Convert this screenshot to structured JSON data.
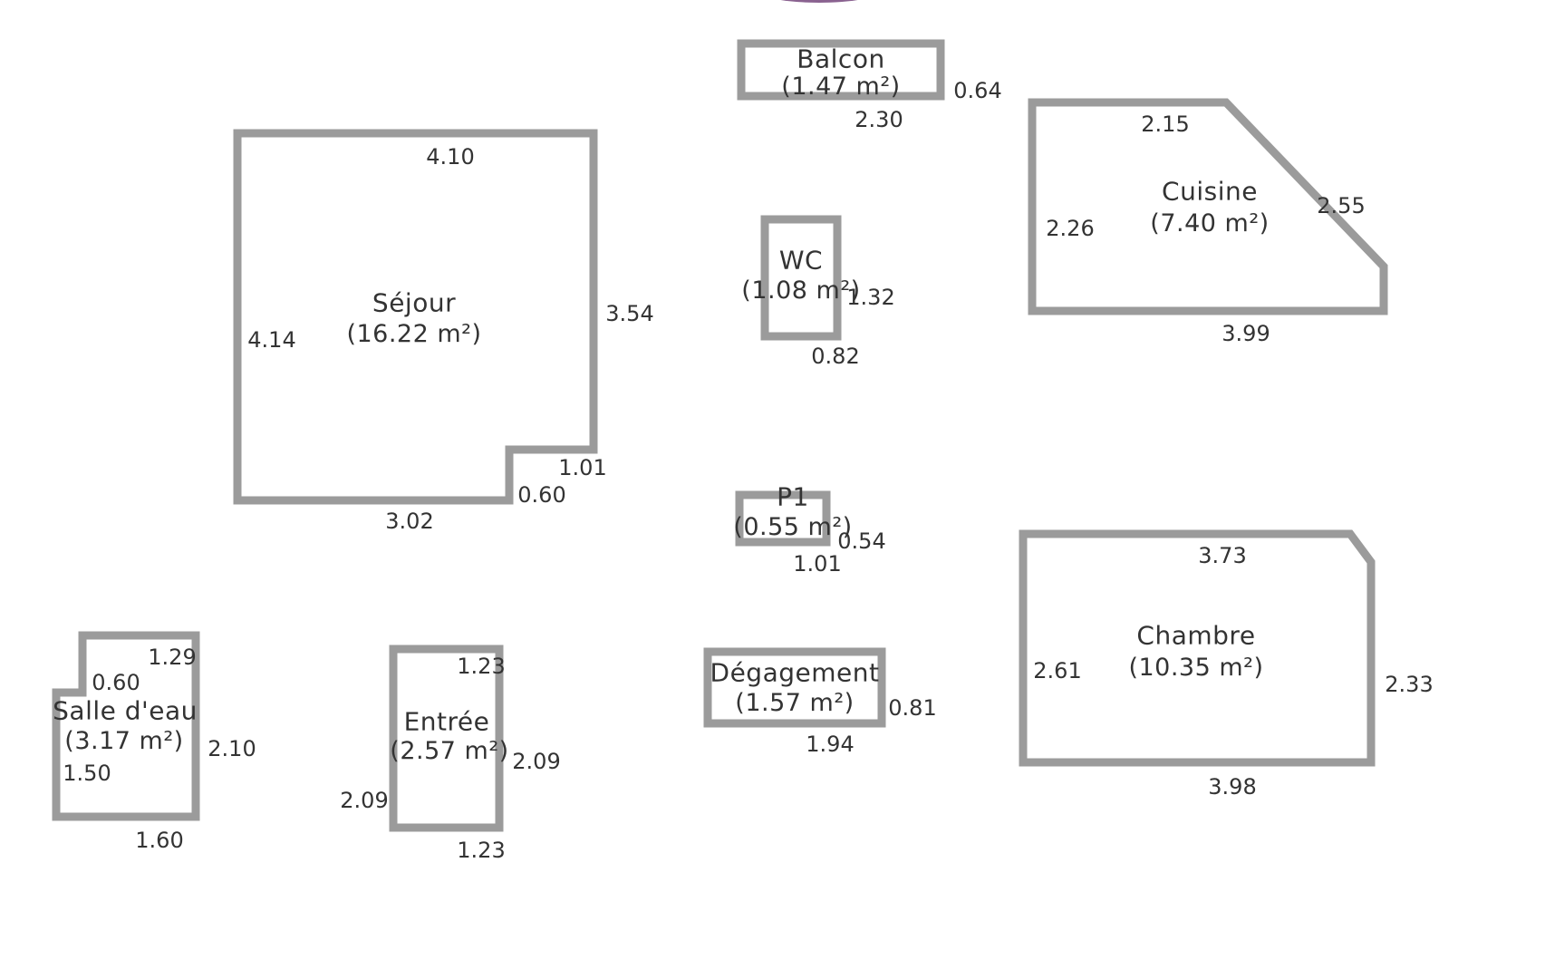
{
  "palette": {
    "wall_color": "#9b9b9b",
    "text_color": "#333333",
    "background": "#ffffff",
    "top_shape_color": "#8a6290"
  },
  "rooms": {
    "balcon": {
      "name": "Balcon",
      "area": "(1.47 m²)",
      "dim_bottom": "2.30",
      "dim_right": "0.64"
    },
    "sejour": {
      "name": "Séjour",
      "area": "(16.22 m²)",
      "dim_top": "4.10",
      "dim_left": "4.14",
      "dim_right": "3.54",
      "dim_notch_w": "1.01",
      "dim_notch_h": "0.60",
      "dim_bottom": "3.02"
    },
    "wc": {
      "name": "WC",
      "area": "(1.08 m²)",
      "dim_right": "1.32",
      "dim_bottom": "0.82"
    },
    "cuisine": {
      "name": "Cuisine",
      "area": "(7.40 m²)",
      "dim_top": "2.15",
      "dim_left": "2.26",
      "dim_diag": "2.55",
      "dim_bottom": "3.99"
    },
    "p1": {
      "name": "P1",
      "area": "(0.55 m²)",
      "dim_right": "0.54",
      "dim_bottom": "1.01"
    },
    "degagement": {
      "name": "Dégagement",
      "area": "(1.57 m²)",
      "dim_right": "0.81",
      "dim_bottom": "1.94"
    },
    "chambre": {
      "name": "Chambre",
      "area": "(10.35 m²)",
      "dim_top": "3.73",
      "dim_left": "2.61",
      "dim_right": "2.33",
      "dim_bottom": "3.98"
    },
    "salle_deau": {
      "name": "Salle d'eau",
      "area": "(3.17 m²)",
      "dim_top": "1.29",
      "dim_step": "0.60",
      "dim_left": "1.50",
      "dim_right": "2.10",
      "dim_bottom": "1.60"
    },
    "entree": {
      "name": "Entrée",
      "area": "(2.57 m²)",
      "dim_top": "1.23",
      "dim_left": "2.09",
      "dim_right_val": "2.09",
      "dim_bottom": "1.23"
    }
  }
}
